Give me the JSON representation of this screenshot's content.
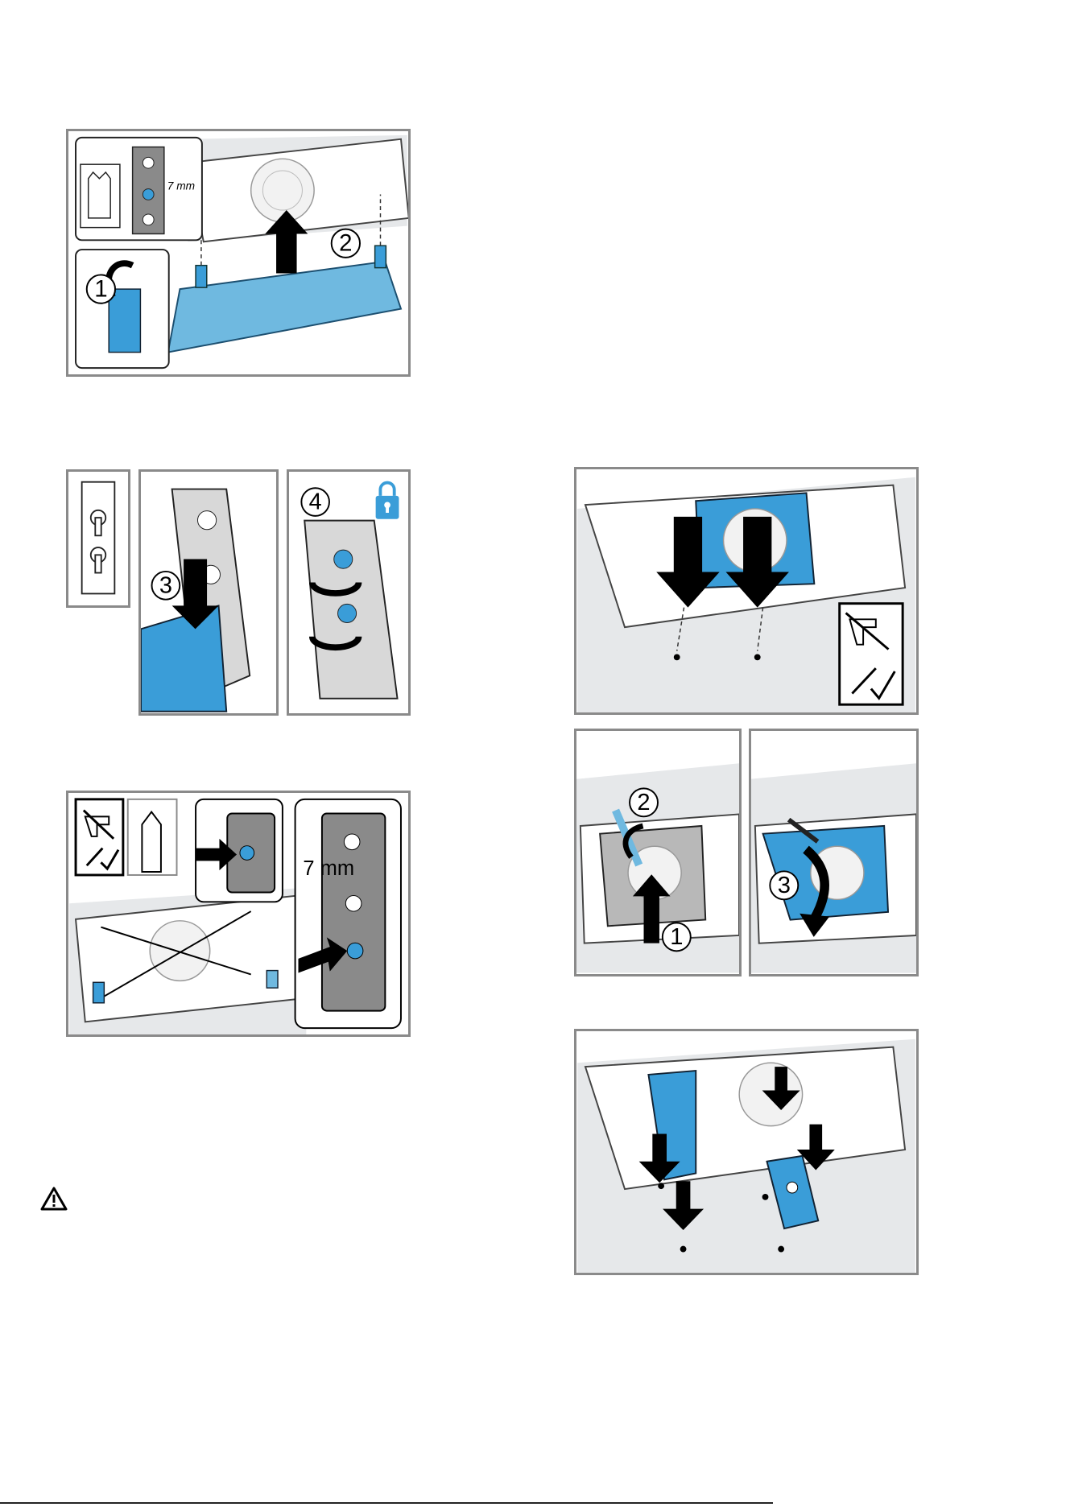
{
  "figures": {
    "fig1": {
      "steps": [
        "1",
        "2"
      ],
      "dimension_label": "7 mm"
    },
    "fig2": {
      "steps": [
        "3",
        "4"
      ]
    },
    "fig3": {
      "dimension_label": "7 mm"
    },
    "fig4": {},
    "fig5": {
      "steps": [
        "2",
        "1"
      ]
    },
    "fig6": {
      "steps": [
        "3"
      ]
    },
    "fig7": {}
  },
  "colors": {
    "accent_blue": "#3a9dd8",
    "light_blue": "#6fb9e0",
    "frame_gray": "#8a8a8a",
    "surface_gray": "#e6e8ea"
  },
  "icons": [
    "tool-shape-icon",
    "padlock-icon",
    "no-power-drill-icon",
    "screwdriver-check-icon",
    "warning-triangle-icon"
  ]
}
